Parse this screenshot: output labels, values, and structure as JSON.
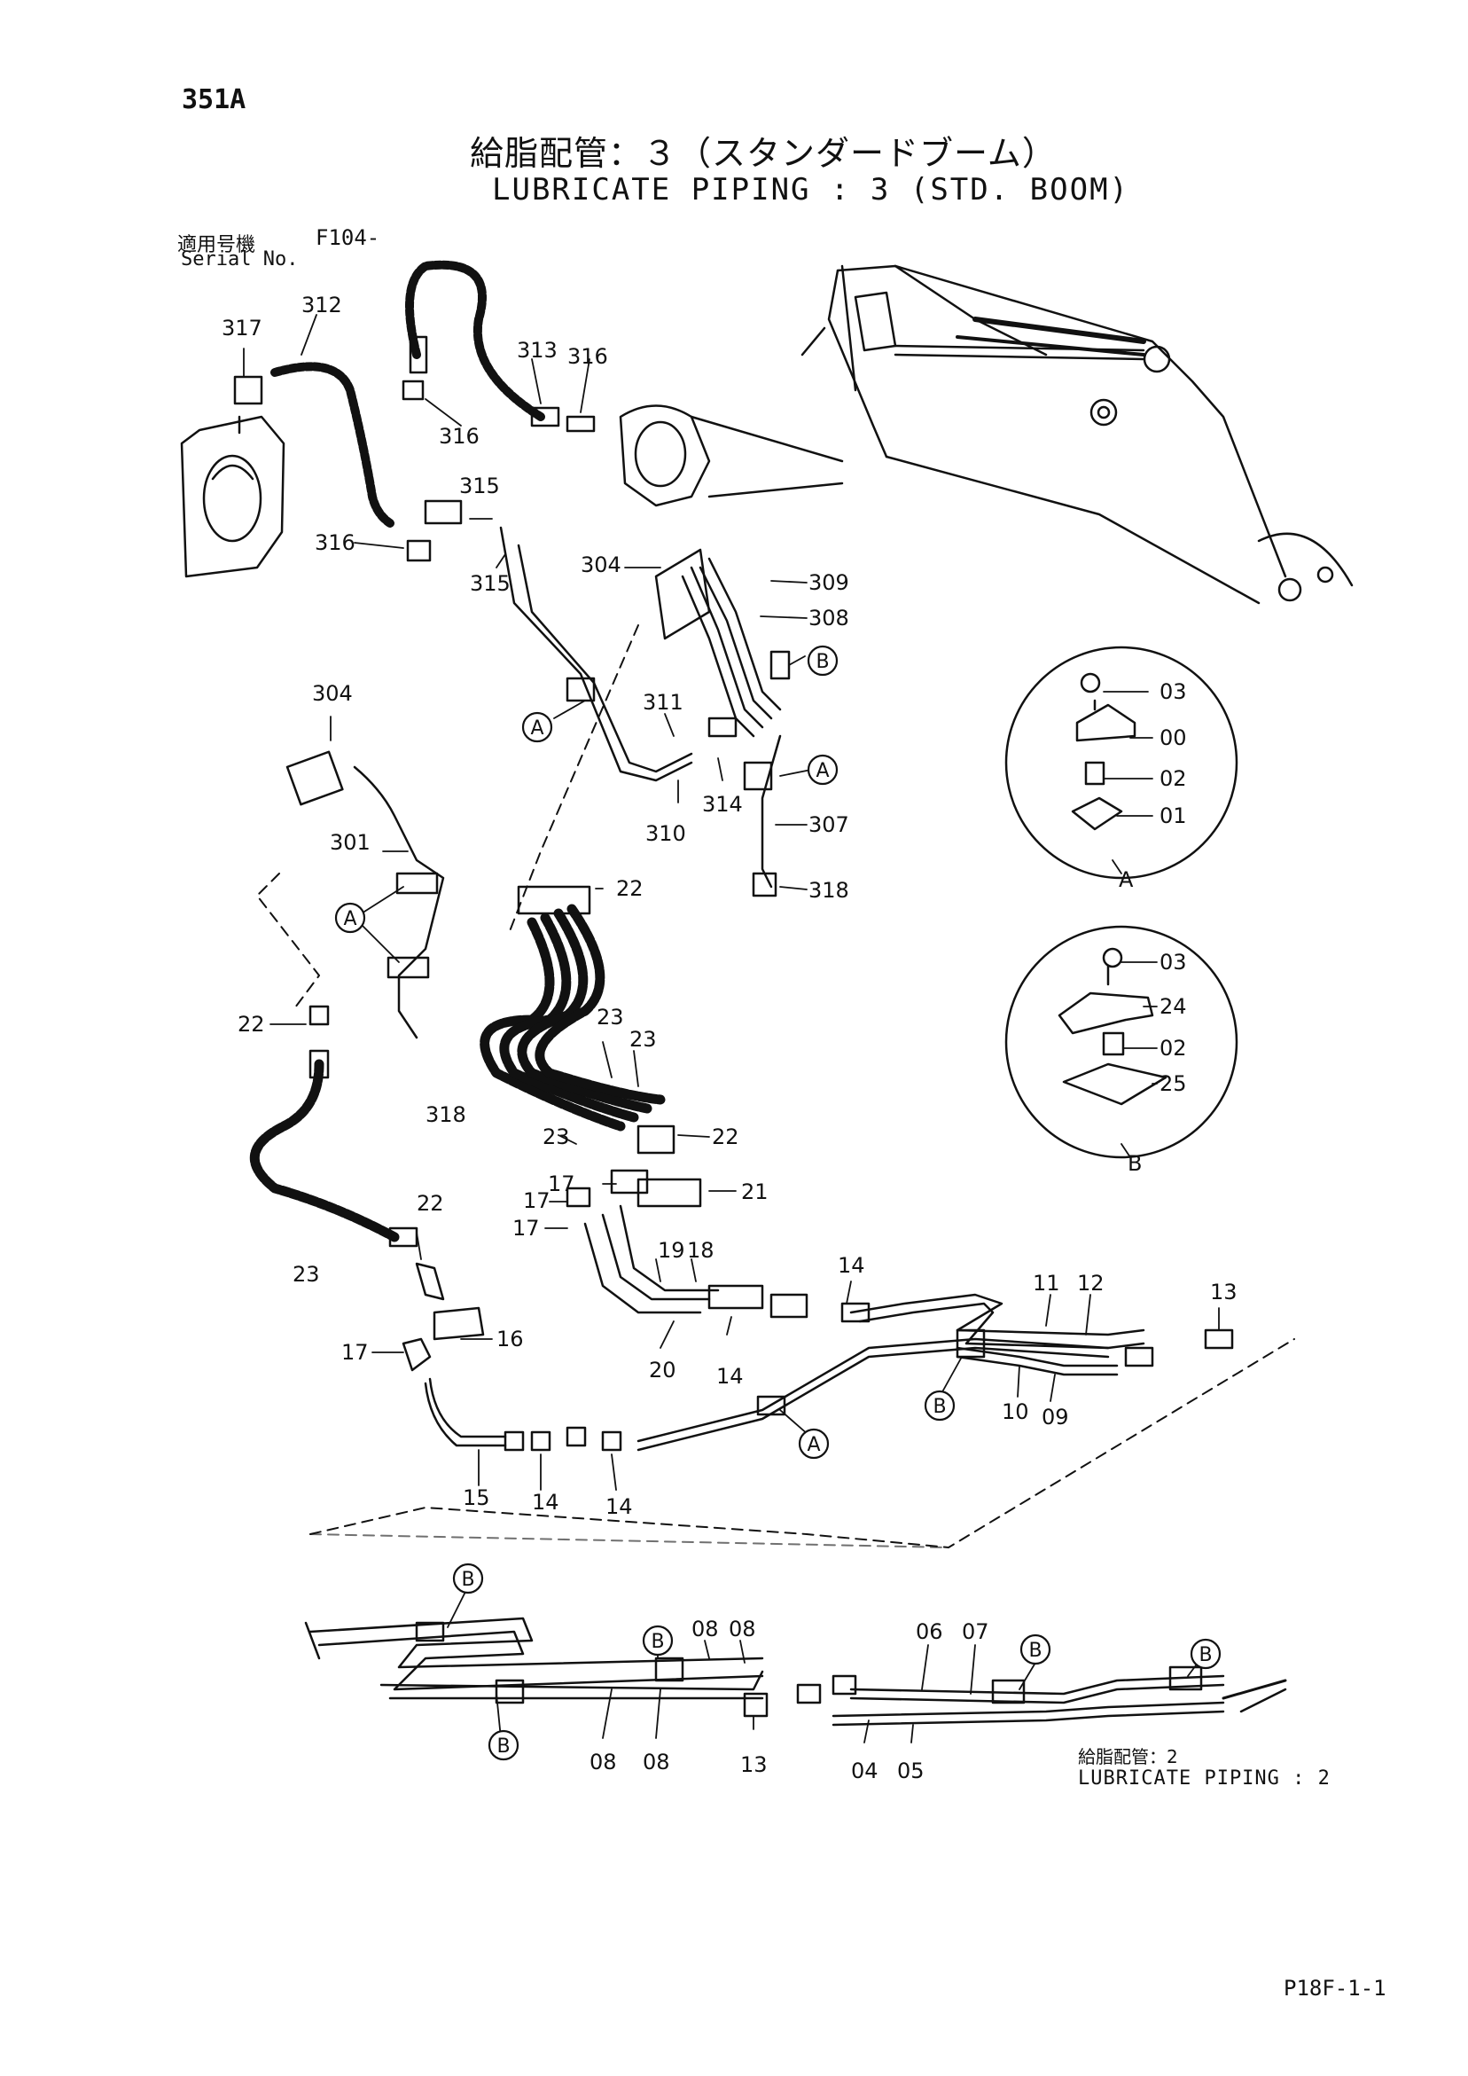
{
  "header": {
    "page_number": "351A",
    "title_ja": "給脂配管：３（スタンダードブーム）",
    "title_en": "LUBRICATE PIPING : 3 (STD. BOOM)",
    "serial_label_ja": "適用号機",
    "serial_code": "F104-",
    "serial_label_en": "Serial No."
  },
  "reference": {
    "label_ja": "給脂配管：2",
    "label_en": "LUBRICATE PIPING : 2"
  },
  "footer": {
    "sheet_code": "P18F-1-1"
  },
  "callouts": {
    "c317": "317",
    "c312": "312",
    "c313": "313",
    "c316a": "316",
    "c316b": "316",
    "c316c": "316",
    "c315a": "315",
    "c315b": "315",
    "c304a": "304",
    "c304b": "304",
    "c309": "309",
    "c308": "308",
    "c311": "311",
    "c310": "310",
    "c314": "314",
    "c307": "307",
    "c318a": "318",
    "c318b": "318",
    "c301": "301",
    "c22a": "22",
    "c22b": "22",
    "c22c": "22",
    "c22d": "22",
    "c23a": "23",
    "c23b": "23",
    "c23c": "23",
    "c23d": "23",
    "c21": "21",
    "c17a": "17",
    "c17b": "17",
    "c17c": "17",
    "c17d": "17",
    "c19": "19",
    "c18": "18",
    "c20": "20",
    "c16": "16",
    "c15": "15",
    "c14a": "14",
    "c14b": "14",
    "c14c": "14",
    "c14d": "14",
    "c13a": "13",
    "c13b": "13",
    "c11": "11",
    "c12": "12",
    "c10": "10",
    "c09": "09",
    "c08a": "08",
    "c08b": "08",
    "c08c": "08",
    "c08d": "08",
    "c06": "06",
    "c07": "07",
    "c04": "04",
    "c05": "05",
    "dA03": "03",
    "dA00": "00",
    "dA02": "02",
    "dA01": "01",
    "dA_label": "A",
    "dB03": "03",
    "dB24": "24",
    "dB02": "02",
    "dB25": "25",
    "dB_label": "B"
  },
  "clamp_markers": {
    "a": "A",
    "b": "B"
  }
}
